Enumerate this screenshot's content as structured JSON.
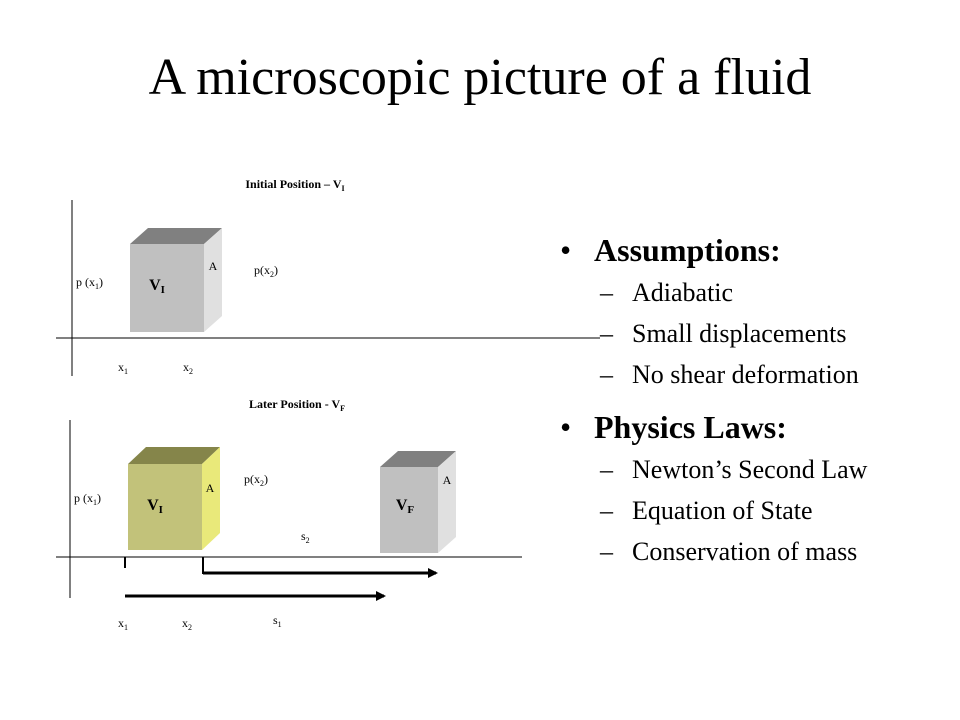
{
  "slide": {
    "title": "A microscopic picture of a fluid"
  },
  "diagram": {
    "top": {
      "caption": "Initial Position – V",
      "caption_sub": "I",
      "box_label": "V",
      "box_sub": "I",
      "area_label": "A",
      "left_pressure": "p (x",
      "left_pressure_sub": "1",
      "left_pressure_end": ")",
      "right_pressure": "p(x",
      "right_pressure_sub": "2",
      "right_pressure_end": ")",
      "x1": "x",
      "x1_sub": "1",
      "x2": "x",
      "x2_sub": "2"
    },
    "bottom": {
      "caption": "Later Position - V",
      "caption_sub": "F",
      "box_label": "V",
      "box_sub": "I",
      "area_label": "A",
      "box2_label": "V",
      "box2_sub": "F",
      "area2_label": "A",
      "left_pressure": "p (x",
      "left_pressure_sub": "1",
      "left_pressure_end": ")",
      "right_pressure": "p(x",
      "right_pressure_sub": "2",
      "right_pressure_end": ")",
      "s2": "s",
      "s2_sub": "2",
      "s1": "s",
      "s1_sub": "1",
      "x1": "x",
      "x1_sub": "1",
      "x2": "x",
      "x2_sub": "2"
    }
  },
  "bullets": {
    "assumptions": {
      "heading": "Assumptions:",
      "items": [
        "Adiabatic",
        "Small displacements",
        "No shear deformation"
      ]
    },
    "laws": {
      "heading": "Physics Laws:",
      "items": [
        "Newton’s Second Law",
        "Equation of State",
        "Conservation of mass"
      ]
    },
    "bullet_glyph": "•",
    "dash_glyph": "–"
  },
  "colors": {
    "grey_box": "#c0c0c0",
    "grey_top": "#808080",
    "grey_side": "#e0e0e0",
    "olive_box": "#c2c27a",
    "olive_top": "#85854a",
    "olive_side": "#e9e97a"
  }
}
